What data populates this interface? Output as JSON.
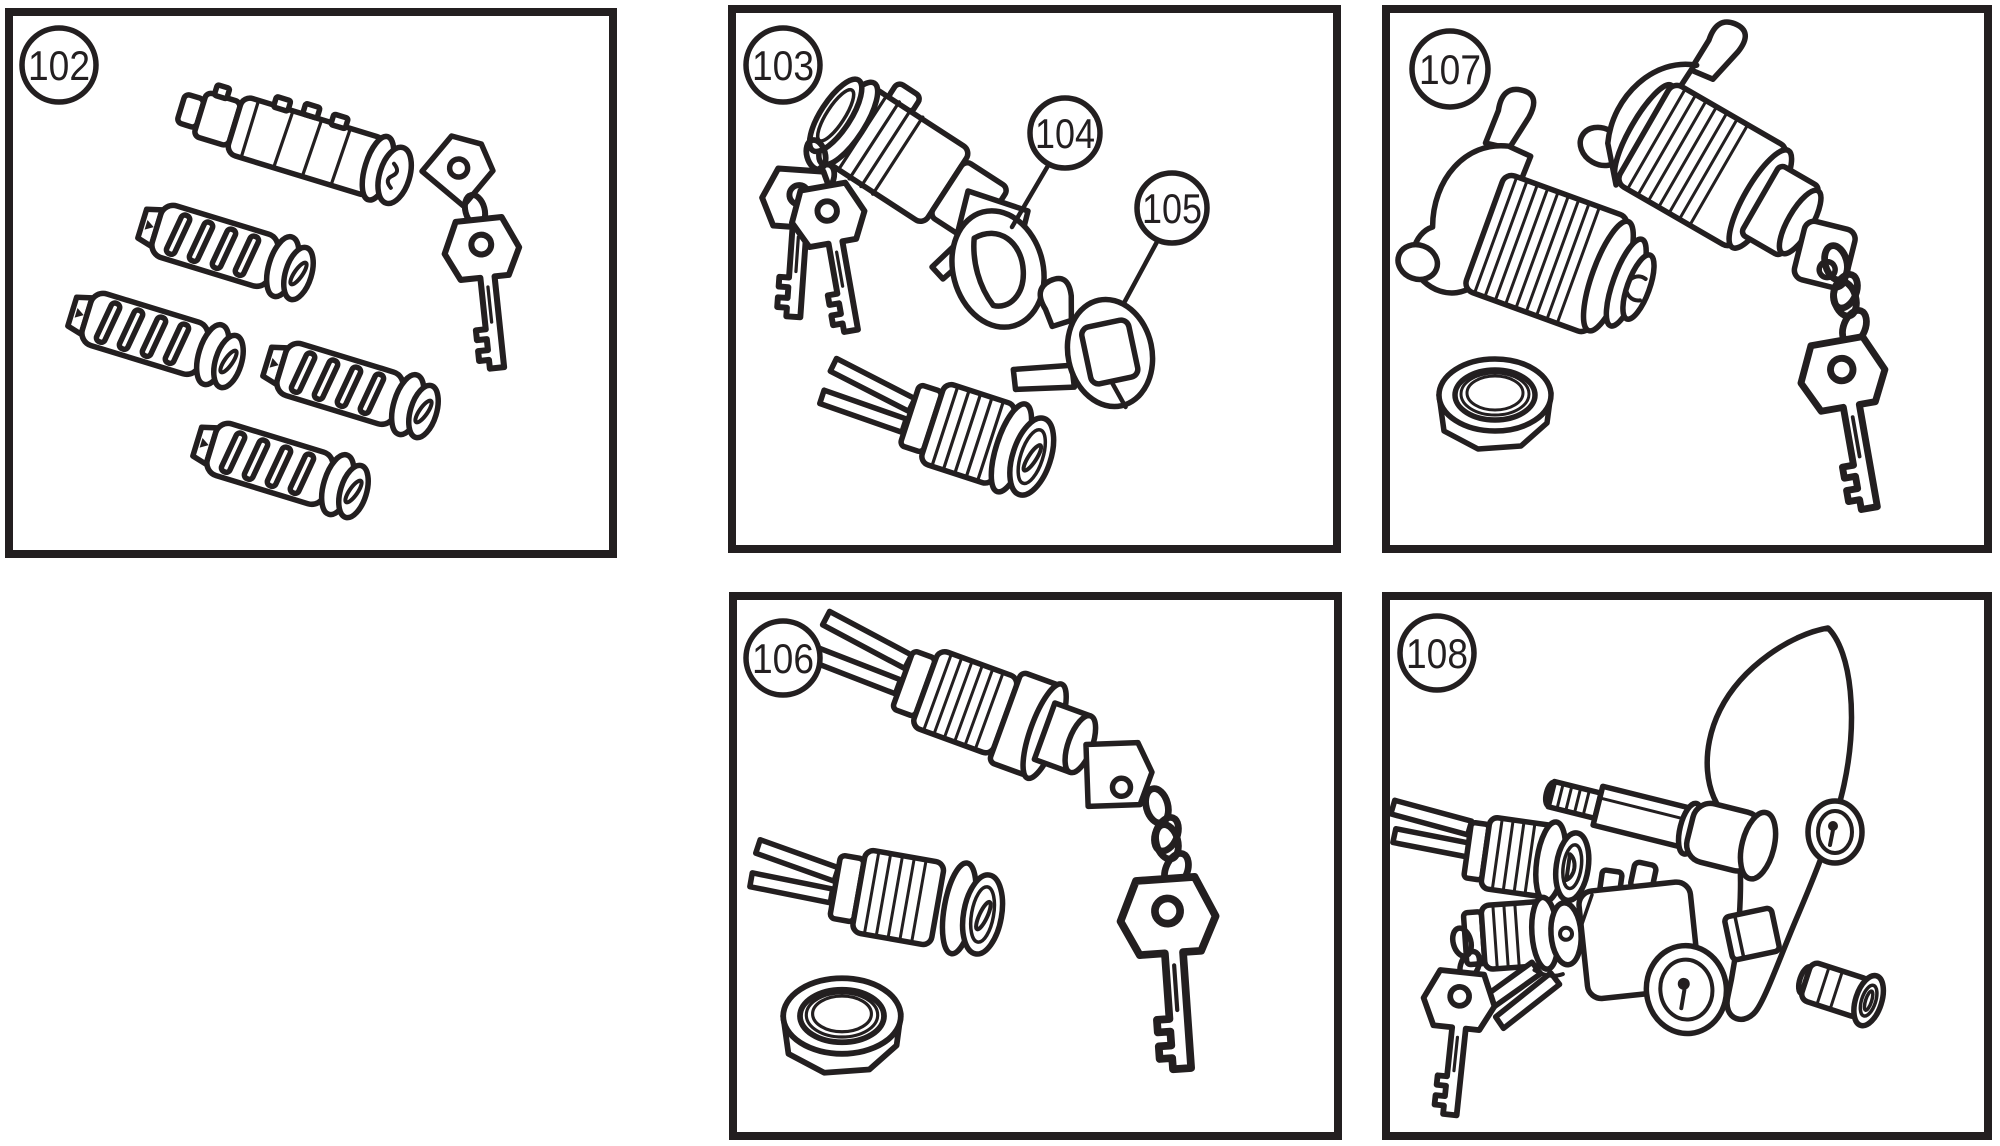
{
  "page": {
    "type": "parts-catalog-line-diagram",
    "background": "#ffffff",
    "ink_color": "#231f20"
  },
  "panels": [
    {
      "label": "102",
      "illustration": "lock-barrel-repair-kit"
    },
    {
      "label": "103",
      "illustration": "door-lock-barrels-with-keys",
      "callouts": [
        {
          "label": "104",
          "points_to": "gasket-ring"
        },
        {
          "label": "105",
          "points_to": "retainer-clip"
        }
      ]
    },
    {
      "label": "107",
      "illustration": "flanged-lock-cylinders-with-nut-and-keys"
    },
    {
      "label": "106",
      "illustration": "fork-lever-lock-cylinders-with-nut-and-keys"
    },
    {
      "label": "108",
      "illustration": "door-handle-lock-set"
    }
  ]
}
